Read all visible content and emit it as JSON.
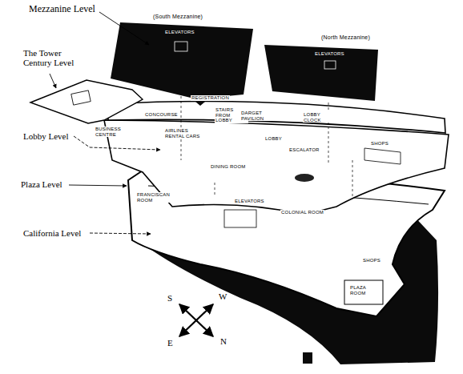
{
  "diagram": {
    "labels": [
      "Mezzanine Level",
      "(South Mezzanine)",
      "ELEVATORS",
      "STAIRS FROM LOBBY",
      "(North Mezzanine)",
      "ELEVATORS",
      "The Tower Century Level",
      "CONCOURSE",
      "REGISTRATION",
      "BUSINESS CENTRE",
      "AIRLINES RENTAL CARS",
      "DARGET PAVILION",
      "LOBBY CLOCK",
      "LOBBY",
      "ESCALATOR",
      "Lobby Level",
      "DINING ROOM",
      "SHOPS",
      "Plaza Level",
      "FRANCISCAN ROOM",
      "ELEVATORS",
      "COLONIAL ROOM",
      "California Level",
      "SHOPS",
      "PLAZA ROOM",
      "S",
      "W",
      "E",
      "N"
    ]
  }
}
